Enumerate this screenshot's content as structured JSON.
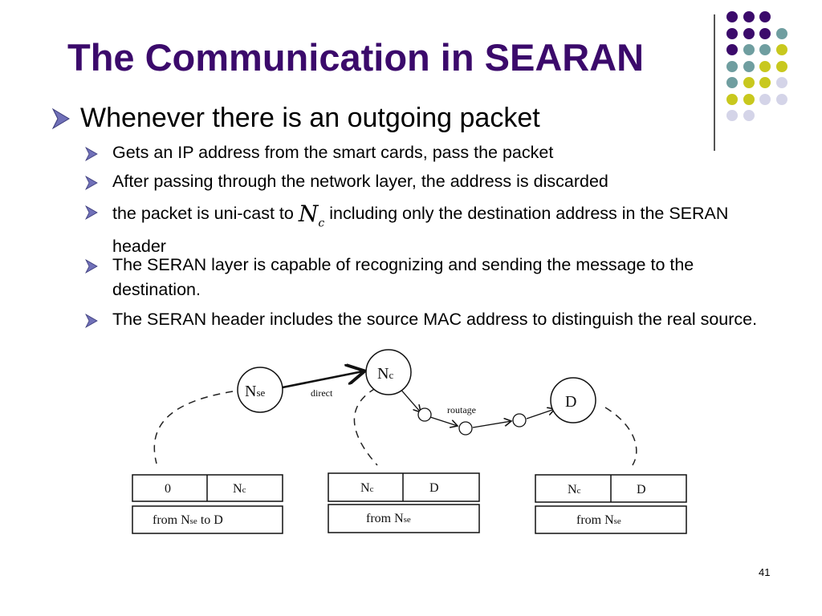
{
  "slide": {
    "title": "The Communication in SEARAN",
    "main_bullet": "Whenever there is an outgoing packet",
    "sub_bullets": [
      "Gets an IP address from the smart cards, pass the packet",
      "After passing through the network layer, the address is discarded",
      "the packet is uni-cast to",
      "The SERAN layer is capable of recognizing and sending the message to the destination.",
      "The SERAN header includes the source MAC address to distinguish the real source."
    ],
    "unicast_target_symbol": "N",
    "unicast_target_subscript": "c",
    "unicast_rest": "including only the destination address in the SERAN header",
    "page_number": "41"
  },
  "diagram": {
    "nodes": {
      "nse": "N",
      "nse_sub": "se",
      "nc": "N",
      "nc_sub": "c",
      "d": "D"
    },
    "edge_labels": {
      "direct": "direct",
      "routage": "routage"
    },
    "headers": [
      {
        "cell1": "0",
        "cell2_main": "N",
        "cell2_sub": "c",
        "payload_prefix": "from N",
        "payload_sub": "se",
        "payload_suffix": " to D"
      },
      {
        "cell1_main": "N",
        "cell1_sub": "c",
        "cell2": "D",
        "payload_prefix": "from N",
        "payload_sub": "se"
      },
      {
        "cell1_main": "N",
        "cell1_sub": "c",
        "cell2": "D",
        "payload_prefix": "from N",
        "payload_sub": "se"
      }
    ]
  },
  "decor": {
    "colors": {
      "purple": "#3b0a6b",
      "teal": "#6f9ea0",
      "olive": "#c8c81e",
      "lavender": "#d4d4e8",
      "bullet_arrow": "#7070b8"
    },
    "dot_grid": [
      [
        "purple",
        "purple",
        "purple",
        null
      ],
      [
        "purple",
        "purple",
        "purple",
        "teal"
      ],
      [
        "purple",
        "teal",
        "teal",
        "olive"
      ],
      [
        "teal",
        "teal",
        "olive",
        "olive"
      ],
      [
        "teal",
        "olive",
        "olive",
        "lavender"
      ],
      [
        "olive",
        "olive",
        "lavender",
        "lavender"
      ],
      [
        "lavender",
        "lavender",
        null,
        null
      ]
    ]
  }
}
